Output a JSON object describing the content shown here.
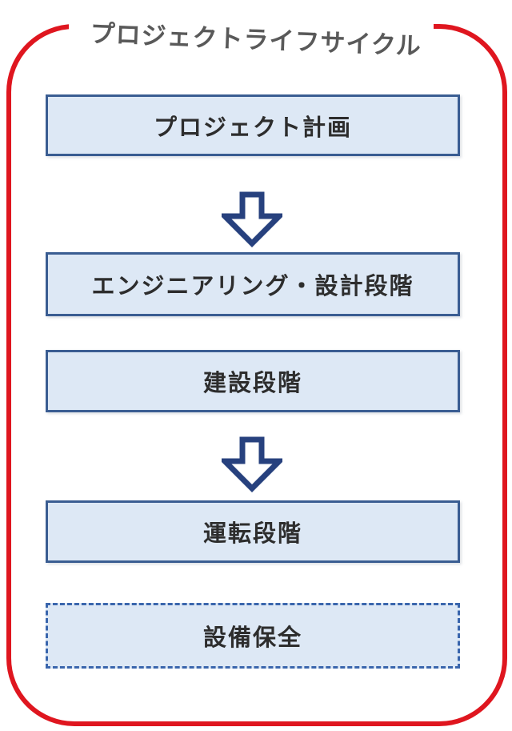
{
  "title": "プロジェクトライフサイクル",
  "boxes": [
    {
      "label": "プロジェクト計画",
      "style": "solid"
    },
    {
      "label": "エンジニアリング・設計段階",
      "style": "solid"
    },
    {
      "label": "建設段階",
      "style": "solid"
    },
    {
      "label": "運転段階",
      "style": "solid"
    },
    {
      "label": "設備保全",
      "style": "dashed"
    }
  ],
  "arrows": [
    {
      "name": "down-arrow",
      "from": "プロジェクト計画",
      "to": "エンジニアリング・設計段階"
    },
    {
      "name": "down-arrow",
      "from": "建設段階",
      "to": "運転段階"
    }
  ],
  "colors": {
    "outline_red": "#df161f",
    "box_fill": "#dde8f5",
    "box_border": "#3a5d92",
    "dashed_box_border": "#3a66ad",
    "arrow_outline": "#27417e",
    "arrow_fill": "#ffffff",
    "title_text": "#595959",
    "box_text": "#2d2d2d"
  }
}
